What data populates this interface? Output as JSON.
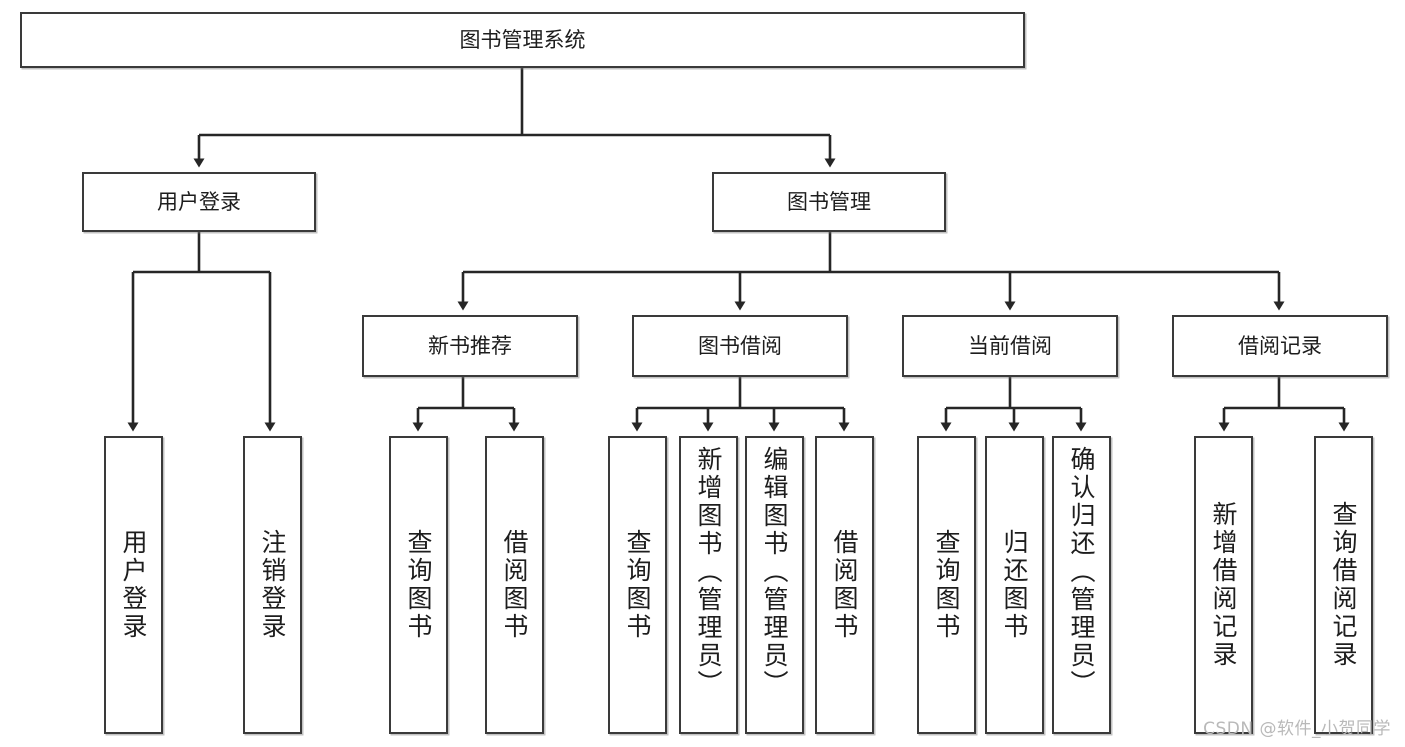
{
  "diagram": {
    "title": "图书管理系统",
    "watermark": "CSDN @软件_小贺同学",
    "colors": {
      "box_border": "#3a3a3a",
      "box_fill": "#ffffff",
      "edge": "#262626",
      "text": "#1d1d1d",
      "watermark": "#b9b9b9"
    },
    "levels": {
      "root": {
        "label": "图书管理系统"
      },
      "level1": [
        {
          "id": "user-login",
          "label": "用户登录"
        },
        {
          "id": "book-management",
          "label": "图书管理"
        }
      ],
      "level2": [
        {
          "id": "new-book-recommend",
          "label": "新书推荐",
          "parent": "book-management"
        },
        {
          "id": "book-borrow",
          "label": "图书借阅",
          "parent": "book-management"
        },
        {
          "id": "current-borrow",
          "label": "当前借阅",
          "parent": "book-management"
        },
        {
          "id": "borrow-record",
          "label": "借阅记录",
          "parent": "book-management"
        }
      ],
      "leaves": [
        {
          "id": "leaf-user-login",
          "label": "用户登录",
          "parent": "user-login"
        },
        {
          "id": "leaf-user-logout",
          "label": "注销登录",
          "parent": "user-login"
        },
        {
          "id": "leaf-query-book-1",
          "label": "查询图书",
          "parent": "new-book-recommend"
        },
        {
          "id": "leaf-borrow-book-1",
          "label": "借阅图书",
          "parent": "new-book-recommend"
        },
        {
          "id": "leaf-query-book-2",
          "label": "查询图书",
          "parent": "book-borrow"
        },
        {
          "id": "leaf-add-book",
          "label": "新增图书（管理员）",
          "parent": "book-borrow"
        },
        {
          "id": "leaf-edit-book",
          "label": "编辑图书（管理员）",
          "parent": "book-borrow"
        },
        {
          "id": "leaf-borrow-book-2",
          "label": "借阅图书",
          "parent": "book-borrow"
        },
        {
          "id": "leaf-query-book-3",
          "label": "查询图书",
          "parent": "current-borrow"
        },
        {
          "id": "leaf-return-book",
          "label": "归还图书",
          "parent": "current-borrow"
        },
        {
          "id": "leaf-confirm-return",
          "label": "确认归还（管理员）",
          "parent": "current-borrow"
        },
        {
          "id": "leaf-add-record",
          "label": "新增借阅记录",
          "parent": "borrow-record"
        },
        {
          "id": "leaf-query-record",
          "label": "查询借阅记录",
          "parent": "borrow-record"
        }
      ]
    }
  }
}
